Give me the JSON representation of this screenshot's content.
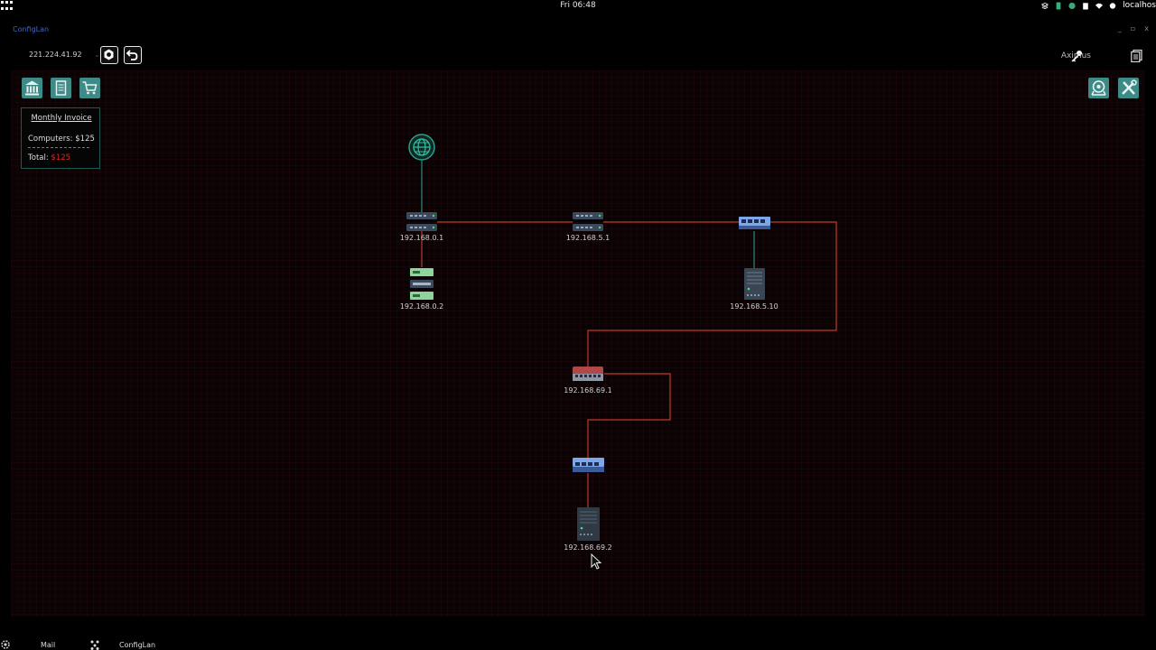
{
  "system_bar": {
    "clock": "Fri 06:48",
    "host": "localhos"
  },
  "window": {
    "title": "ConfigLan",
    "controls": [
      "_",
      "▫",
      "x"
    ]
  },
  "toolbar": {
    "ip": "221.224.41.92",
    "user": "Aximus"
  },
  "invoice": {
    "title": "Monthly Invoice",
    "line": "Computers: $125",
    "total_label": "Total:",
    "total_value": "$125"
  },
  "network": {
    "labels": {
      "router_a": "192.168.0.1",
      "server_a": "192.168.0.2",
      "router_b": "192.168.5.1",
      "server_b": "192.168.5.10",
      "router_c": "192.168.69.1",
      "server_c": "192.168.69.2"
    }
  },
  "taskbar": {
    "items": [
      "Mail",
      "ConfigLan"
    ]
  },
  "colors": {
    "accent_teal": "#3d8a86",
    "link_red": "#c0392b",
    "link_teal": "#2f8a7d",
    "total_red": "#e0281e",
    "title_blue": "#3f67c8"
  }
}
